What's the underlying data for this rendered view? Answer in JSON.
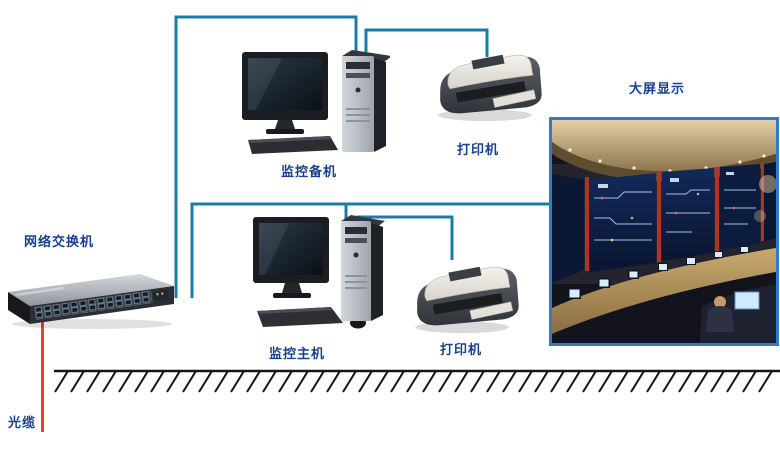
{
  "labels": {
    "network_switch": "网络交换机",
    "backup_workstation": "监控备机",
    "main_workstation": "监控主机",
    "printer_top": "打印机",
    "printer_bottom": "打印机",
    "large_screen": "大屏显示",
    "optical_cable": "光缆"
  },
  "colors": {
    "wire": "#187CA8",
    "label_text": "#17418F",
    "fiber": "#E8451C",
    "photo_border": "#2F7BC8",
    "ground": "#141414",
    "canvas_bg": "#FFFFFF"
  },
  "icons": {
    "network_switch": "network-switch-icon",
    "backup_workstation": "desktop-computer-icon",
    "main_workstation": "desktop-computer-icon",
    "printer": "printer-icon",
    "large_screen": "control-room-photo",
    "ground": "ground-hatching-icon",
    "fiber": "fiber-cable-line"
  }
}
